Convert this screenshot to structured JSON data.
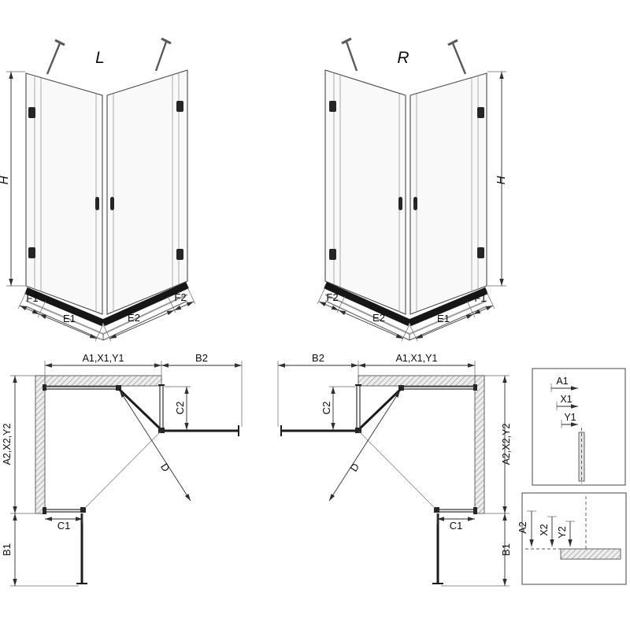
{
  "views": {
    "elevation_left": {
      "title": "L",
      "height_label": "H",
      "bottoms": [
        "F1",
        "E1",
        "E2",
        "F2"
      ]
    },
    "elevation_right": {
      "title": "R",
      "height_label": "H",
      "bottoms": [
        "F2",
        "E2",
        "E1",
        "F1"
      ]
    },
    "plan_left": {
      "width_label": "A1,X1,Y1",
      "door_width_label": "B2",
      "return_depth_label": "C2",
      "depth_label": "A2,X2,Y2",
      "fixed_width_label": "C1",
      "door_depth_label": "B1",
      "diagonal_label": "D"
    },
    "plan_right": {
      "width_label": "A1,X1,Y1",
      "door_width_label": "B2",
      "return_depth_label": "C2",
      "depth_label": "A2,X2,Y2",
      "fixed_width_label": "C1",
      "door_depth_label": "B1",
      "diagonal_label": "D"
    },
    "detail_profile": {
      "labels": [
        "A1",
        "X1",
        "Y1"
      ]
    },
    "detail_tray": {
      "labels": [
        "A2",
        "X2",
        "Y2"
      ]
    }
  }
}
